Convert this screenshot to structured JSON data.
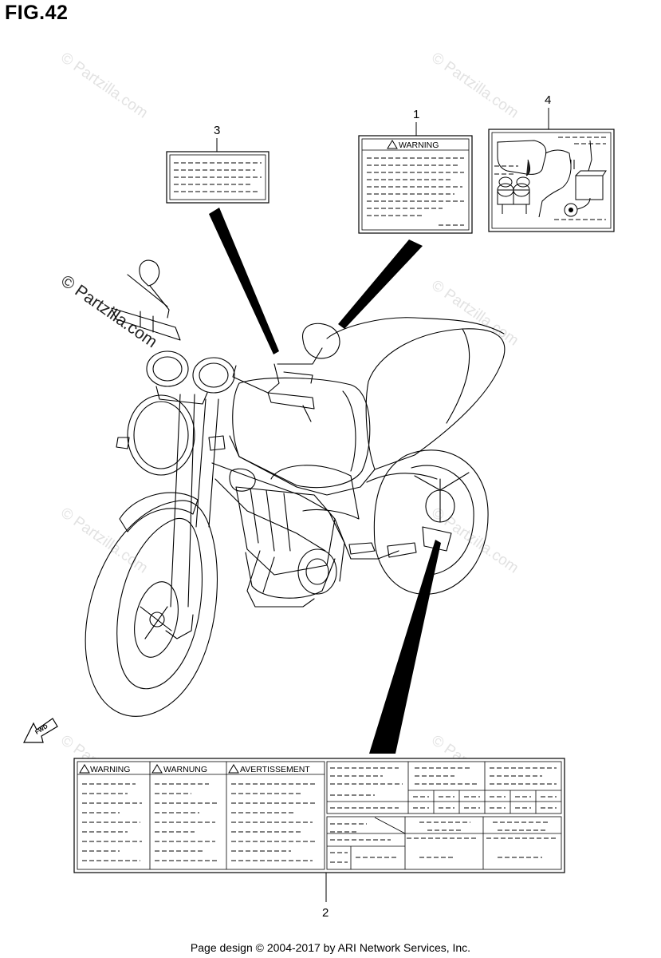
{
  "figure": {
    "title": "FIG.42"
  },
  "callouts": [
    {
      "number": "1"
    },
    {
      "number": "2"
    },
    {
      "number": "3"
    },
    {
      "number": "4"
    }
  ],
  "label_1": {
    "heading": "WARNING"
  },
  "label_2": {
    "headings": [
      "WARNING",
      "WARNUNG",
      "AVERTISSEMENT"
    ]
  },
  "fwd_arrow": {
    "text": "FWD"
  },
  "watermark": {
    "text": "© Partzilla.com"
  },
  "footer": {
    "text": "Page design © 2004-2017 by ARI Network Services, Inc."
  }
}
